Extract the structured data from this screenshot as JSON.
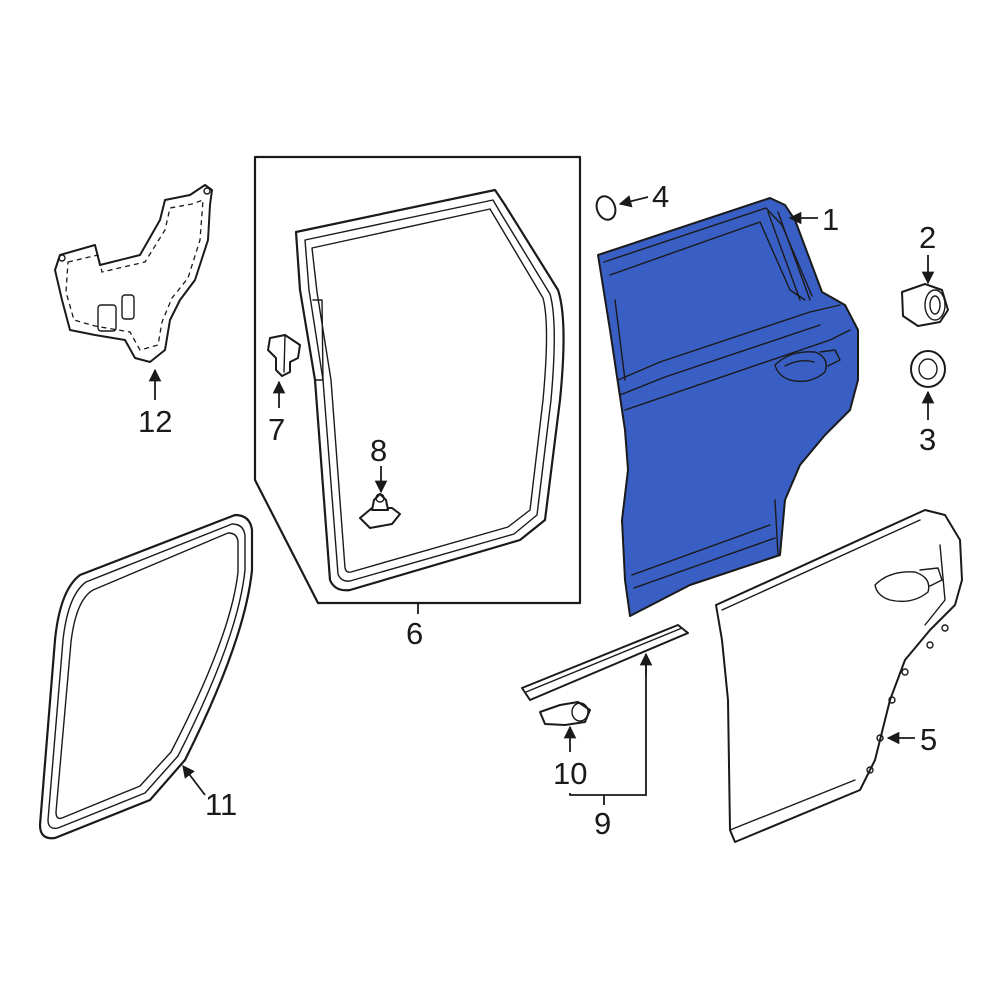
{
  "colors": {
    "highlight": "#3a5fc4",
    "line": "#1a1a1a",
    "background": "#ffffff"
  },
  "callouts": {
    "c1": "1",
    "c2": "2",
    "c3": "3",
    "c4": "4",
    "c5": "5",
    "c6": "6",
    "c7": "7",
    "c8": "8",
    "c9": "9",
    "c10": "10",
    "c11": "11",
    "c12": "12"
  }
}
